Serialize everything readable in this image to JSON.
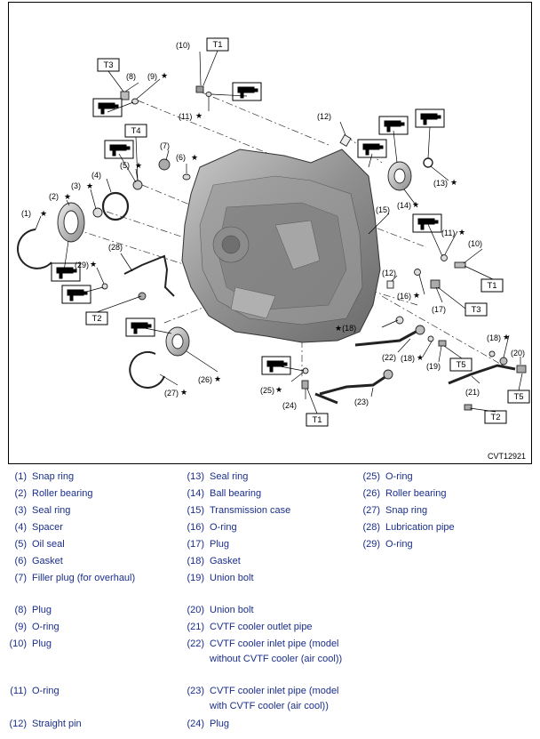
{
  "figure": {
    "id": "CVT12921",
    "callouts": [
      {
        "key": "c1",
        "text": "(1)"
      },
      {
        "key": "c1s",
        "text": "★"
      },
      {
        "key": "c2",
        "text": "(2)"
      },
      {
        "key": "c2s",
        "text": "★"
      },
      {
        "key": "c3",
        "text": "(3)"
      },
      {
        "key": "c3s",
        "text": "★"
      },
      {
        "key": "c4",
        "text": "(4)"
      },
      {
        "key": "c5",
        "text": "(5)"
      },
      {
        "key": "c5s",
        "text": "★"
      },
      {
        "key": "c6",
        "text": "(6)"
      },
      {
        "key": "c6s",
        "text": "★"
      },
      {
        "key": "c7",
        "text": "(7)"
      },
      {
        "key": "c8",
        "text": "(8)"
      },
      {
        "key": "c9",
        "text": "(9)"
      },
      {
        "key": "c9s",
        "text": "★"
      },
      {
        "key": "c10a",
        "text": "(10)"
      },
      {
        "key": "c10b",
        "text": "(10)"
      },
      {
        "key": "c11a",
        "text": "(11)"
      },
      {
        "key": "c11as",
        "text": "★"
      },
      {
        "key": "c11b",
        "text": "(11)"
      },
      {
        "key": "c11bs",
        "text": "★"
      },
      {
        "key": "c12a",
        "text": "(12)"
      },
      {
        "key": "c12b",
        "text": "(12)"
      },
      {
        "key": "c13",
        "text": "(13)"
      },
      {
        "key": "c13s",
        "text": "★"
      },
      {
        "key": "c14",
        "text": "(14)"
      },
      {
        "key": "c14s",
        "text": "★"
      },
      {
        "key": "c15",
        "text": "(15)"
      },
      {
        "key": "c16",
        "text": "(16)"
      },
      {
        "key": "c16s",
        "text": "★"
      },
      {
        "key": "c17",
        "text": "(17)"
      },
      {
        "key": "c18a",
        "text": "★(18)"
      },
      {
        "key": "c18b",
        "text": "(18)"
      },
      {
        "key": "c18bs",
        "text": "★"
      },
      {
        "key": "c18c",
        "text": "(18)"
      },
      {
        "key": "c18cs",
        "text": "★"
      },
      {
        "key": "c19",
        "text": "(19)"
      },
      {
        "key": "c20",
        "text": "(20)"
      },
      {
        "key": "c21",
        "text": "(21)"
      },
      {
        "key": "c22",
        "text": "(22)"
      },
      {
        "key": "c23",
        "text": "(23)"
      },
      {
        "key": "c24",
        "text": "(24)"
      },
      {
        "key": "c25",
        "text": "(25)"
      },
      {
        "key": "c25s",
        "text": "★"
      },
      {
        "key": "c26",
        "text": "(26)"
      },
      {
        "key": "c26s",
        "text": "★"
      },
      {
        "key": "c27",
        "text": "(27)"
      },
      {
        "key": "c27s",
        "text": "★"
      },
      {
        "key": "c28",
        "text": "(28)"
      },
      {
        "key": "c29",
        "text": "(29)"
      },
      {
        "key": "c29s",
        "text": "★"
      }
    ],
    "torque_boxes": [
      {
        "key": "t1a",
        "text": "T1"
      },
      {
        "key": "t3",
        "text": "T3"
      },
      {
        "key": "t4",
        "text": "T4"
      },
      {
        "key": "t1b",
        "text": "T1"
      },
      {
        "key": "t3b",
        "text": "T3"
      },
      {
        "key": "t2a",
        "text": "T2"
      },
      {
        "key": "t5a",
        "text": "T5"
      },
      {
        "key": "t5b",
        "text": "T5"
      },
      {
        "key": "t2b",
        "text": "T2"
      },
      {
        "key": "t1c",
        "text": "T1"
      }
    ]
  },
  "legend": [
    {
      "num": "(1)",
      "text": "Snap ring"
    },
    {
      "num": "(2)",
      "text": "Roller bearing"
    },
    {
      "num": "(3)",
      "text": "Seal ring"
    },
    {
      "num": "(4)",
      "text": "Spacer"
    },
    {
      "num": "(5)",
      "text": "Oil seal"
    },
    {
      "num": "(6)",
      "text": "Gasket"
    },
    {
      "num": "(7)",
      "text": "Filler plug (for overhaul)"
    },
    {
      "num": "(8)",
      "text": "Plug"
    },
    {
      "num": "(9)",
      "text": "O-ring"
    },
    {
      "num": "(10)",
      "text": "Plug"
    },
    {
      "num": "(11)",
      "text": "O-ring"
    },
    {
      "num": "(12)",
      "text": "Straight pin"
    },
    {
      "num": "(13)",
      "text": "Seal ring"
    },
    {
      "num": "(14)",
      "text": "Ball bearing"
    },
    {
      "num": "(15)",
      "text": "Transmission case"
    },
    {
      "num": "(16)",
      "text": "O-ring"
    },
    {
      "num": "(17)",
      "text": "Plug"
    },
    {
      "num": "(18)",
      "text": "Gasket"
    },
    {
      "num": "(19)",
      "text": "Union bolt"
    },
    {
      "num": "(20)",
      "text": "Union bolt"
    },
    {
      "num": "(21)",
      "text": "CVTF cooler outlet pipe"
    },
    {
      "num": "(22)",
      "text": "CVTF cooler inlet pipe (model without CVTF cooler (air cool))"
    },
    {
      "num": "(23)",
      "text": "CVTF cooler inlet pipe (model with CVTF cooler (air cool))"
    },
    {
      "num": "(24)",
      "text": "Plug"
    },
    {
      "num": "(25)",
      "text": "O-ring"
    },
    {
      "num": "(26)",
      "text": "Roller bearing"
    },
    {
      "num": "(27)",
      "text": "Snap ring"
    },
    {
      "num": "(28)",
      "text": "Lubrication pipe"
    },
    {
      "num": "(29)",
      "text": "O-ring"
    }
  ]
}
